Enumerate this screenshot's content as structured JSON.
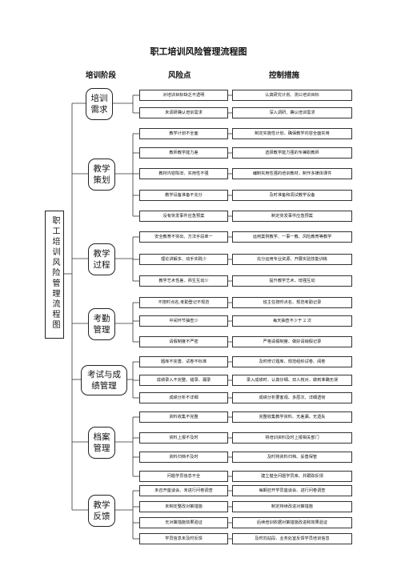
{
  "title": "职工培训风险管理流程图",
  "headers": {
    "stage": "培训阶段",
    "risk": "风险点",
    "control": "控制措施"
  },
  "sidebar": "职工培训风险管理流程图",
  "stages": [
    {
      "label": "培训\n需求",
      "rows": [
        {
          "risk": "对培训目标缺乏不透明",
          "control": "认真研究计划、测公培训目标"
        },
        {
          "risk": "未调研确认培训需求",
          "control": "深入调研、确认培训需求"
        }
      ]
    },
    {
      "label": "教学\n策划",
      "rows": [
        {
          "risk": "教学计划不全面",
          "control": "制定实施性计划、确保教学内容全面实用"
        },
        {
          "risk": "教师教学能力差",
          "control": "选择教学能力强的专兼职教师"
        },
        {
          "risk": "教材内容陈旧、实用性不强",
          "control": "编制实用性强的培训教材，制作多媒体课件"
        },
        {
          "risk": "教学设备准备不充分",
          "control": "及时准备和调试教学设备"
        },
        {
          "risk": "没有突发事件应急预案",
          "control": "制定突发事件应急预案"
        }
      ]
    },
    {
      "label": "教学\n过程",
      "rows": [
        {
          "risk": "安全教育不突出、方法手段单一",
          "control": "运用案例教学、一事一教、风险教育等教学"
        },
        {
          "risk": "理论讲解多、动手实践少",
          "control": "充分运用专业资源、开展实验技能训练"
        },
        {
          "risk": "教学艺术性差、师生互动少",
          "control": "提升教学艺术、增强互动"
        }
      ]
    },
    {
      "label": "考勤\n管理",
      "rows": [
        {
          "risk": "不按时点名,考勤登记不规范",
          "control": "班主任按时点名、规范考勤记录"
        },
        {
          "risk": "中间环节抽查少",
          "control": "每天抽查不少于 2 次"
        },
        {
          "risk": "请假制度不严密",
          "control": "严格请假制度、做好请销假记录"
        }
      ]
    },
    {
      "label": "考试与成\n绩管理",
      "rows": [
        {
          "risk": "题库不完善、试卷不标准",
          "control": "及时修订题库、规范组织试卷、阅卷"
        },
        {
          "risk": "成绩录入不完整、错录、漏录",
          "control": "录入成绩时、认真仔细、双人核对，做到准确无误"
        },
        {
          "risk": "成绩分析不详细",
          "control": "成绩分析要客观、多层次、详细透彻"
        }
      ]
    },
    {
      "label": "档案\n管理",
      "rows": [
        {
          "risk": "资料收集不完整",
          "control": "完整收集教学资料、无差漏、无遗失"
        },
        {
          "risk": "资料上报不及时",
          "control": "将培训资料及时上报相关部门"
        },
        {
          "risk": "资料归档不及时",
          "control": "及时将资料归档、妥善保管"
        },
        {
          "risk": "问题学员信息不全",
          "control": "建立健全问题学员库、并跟踪反馈"
        }
      ]
    },
    {
      "label": "教学\n反馈",
      "rows": [
        {
          "risk": "未召开座谈会、未进行问卷调查",
          "control": "每期召开学员座谈会、进行问卷调查"
        },
        {
          "risk": "未制定整改对策措施",
          "control": "制定持续改进对策措施"
        },
        {
          "risk": "无对策措施效果验证",
          "control": "后续培训依据对策措施改进和效果验证"
        },
        {
          "risk": "学员信息未及时反馈",
          "control": "及时向站段、业务处室反馈学员培训信息"
        }
      ]
    }
  ]
}
